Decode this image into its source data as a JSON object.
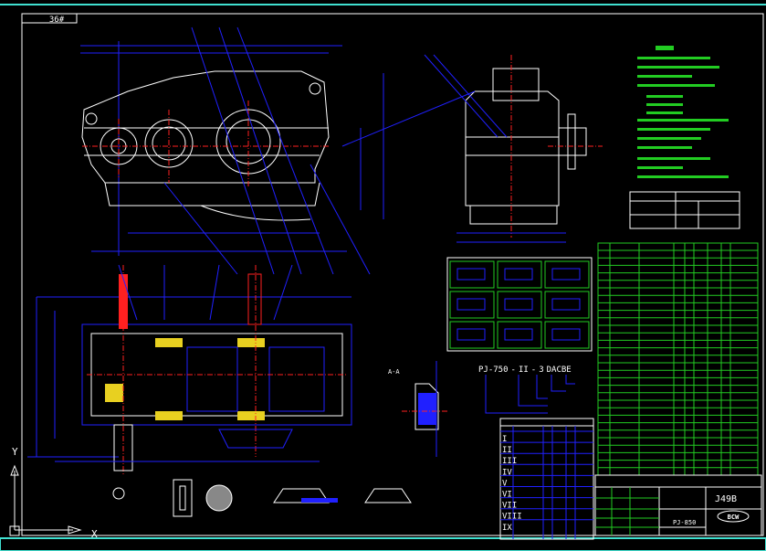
{
  "sheet": {
    "tag": "36#"
  },
  "views": {
    "section_label": "A-A"
  },
  "model_code": {
    "prefix": "PJ-750",
    "stage": "II",
    "ratio": "3",
    "suffix": "DACBE",
    "sep": "-"
  },
  "ratio_table": {
    "rows": [
      "I",
      "II",
      "III",
      "IV",
      "V",
      "VI",
      "VII",
      "VIII",
      "IX"
    ]
  },
  "title_block": {
    "drawing_no": "J49B",
    "model": "PJ-850",
    "logo": "BCW"
  },
  "ucs": {
    "x_label": "X",
    "y_label": "Y"
  },
  "colors": {
    "frame": "#ffffff",
    "dims": "#2020ff",
    "table": "#22cc22",
    "center": "#ff2020",
    "bar": "#40e0d0"
  }
}
